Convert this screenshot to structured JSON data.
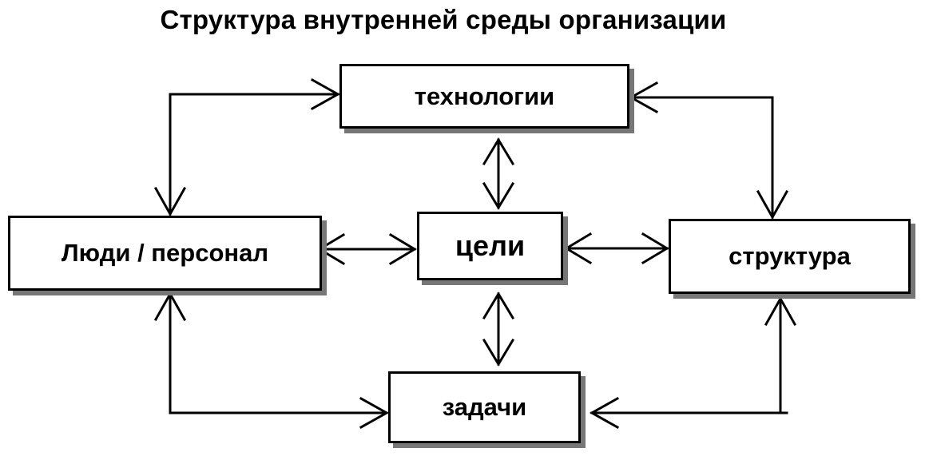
{
  "title": "Структура внутренней среды организации",
  "nodes": {
    "technologies": "технологии",
    "people": "Люди / персонал",
    "goals": "цели",
    "structure": "структура",
    "tasks": "задачи"
  },
  "edges": [
    {
      "from": "technologies",
      "to": "people",
      "direction": "both"
    },
    {
      "from": "technologies",
      "to": "structure",
      "direction": "both"
    },
    {
      "from": "technologies",
      "to": "goals",
      "direction": "both"
    },
    {
      "from": "people",
      "to": "goals",
      "direction": "both"
    },
    {
      "from": "goals",
      "to": "structure",
      "direction": "both"
    },
    {
      "from": "goals",
      "to": "tasks",
      "direction": "both"
    },
    {
      "from": "people",
      "to": "tasks",
      "direction": "both"
    },
    {
      "from": "structure",
      "to": "tasks",
      "direction": "both"
    }
  ]
}
